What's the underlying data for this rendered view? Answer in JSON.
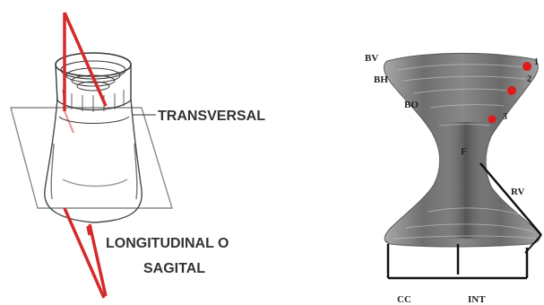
{
  "left_figure": {
    "labels": {
      "transversal": "TRANSVERSAL",
      "longitudinal_line1": "LONGITUDINAL O",
      "longitudinal_line2": "SAGITAL"
    },
    "plane_color": "#d42a2a"
  },
  "right_figure": {
    "labels": {
      "bv": "BV",
      "bh": "BH",
      "bo": "BO",
      "f": "F",
      "rv": "RV",
      "cc": "CC",
      "int": "INT",
      "n1": "1",
      "n2": "2",
      "n3": "3"
    },
    "marker_color": "#e01919"
  }
}
